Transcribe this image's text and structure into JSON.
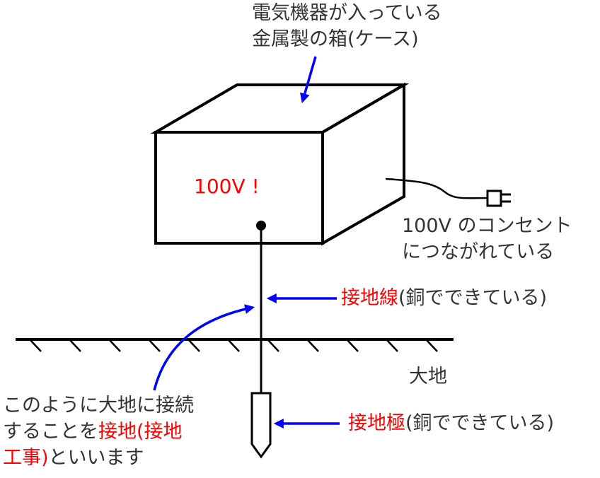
{
  "colors": {
    "text": "#333333",
    "accent": "#ff0000",
    "arrow": "#0000ff",
    "line": "#000000"
  },
  "box_label": {
    "line1": "電気機器が入っている",
    "line2": "金属製の箱(ケース)"
  },
  "voltage_label": "100V !",
  "outlet_label": {
    "line1": "100V のコンセント",
    "line2": "につながれている"
  },
  "ground_wire_label": {
    "term": "接地線",
    "note": "(銅でできている)"
  },
  "earth_label": "大地",
  "electrode_label": {
    "term": "接地極",
    "note": "(銅でできている)"
  },
  "explanation": {
    "line1": "このように大地に接続",
    "line2_pre": "することを",
    "line2_term": "接地(接地",
    "line3_term": "工事)",
    "line3_post": "といいます"
  },
  "icons": [
    "box-3d-icon",
    "plug-icon",
    "ground-hatch-icon",
    "electrode-rod-icon"
  ]
}
